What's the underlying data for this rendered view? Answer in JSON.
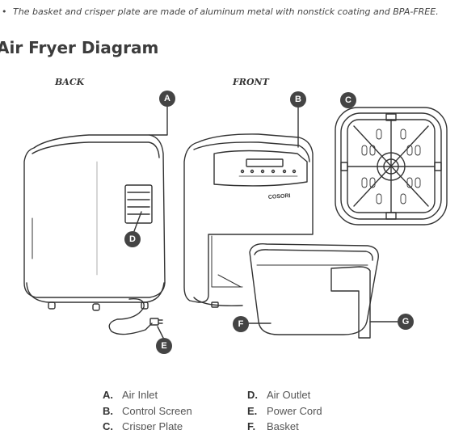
{
  "note": {
    "bullet": "•",
    "text": "The basket and crisper plate are made of aluminum metal with nonstick coating and BPA-FREE."
  },
  "diagram": {
    "title": "Air Fryer Diagram",
    "back_label": "BACK",
    "front_label": "FRONT",
    "brand": "COSORI",
    "callouts": [
      "A",
      "B",
      "C",
      "D",
      "E",
      "F",
      "G"
    ]
  },
  "legend": [
    {
      "letter": "A.",
      "label": "Air Inlet"
    },
    {
      "letter": "B.",
      "label": "Control Screen"
    },
    {
      "letter": "C.",
      "label": "Crisper Plate"
    },
    {
      "letter": "D.",
      "label": "Air Outlet"
    },
    {
      "letter": "E.",
      "label": "Power Cord"
    },
    {
      "letter": "F.",
      "label": "Basket"
    }
  ]
}
